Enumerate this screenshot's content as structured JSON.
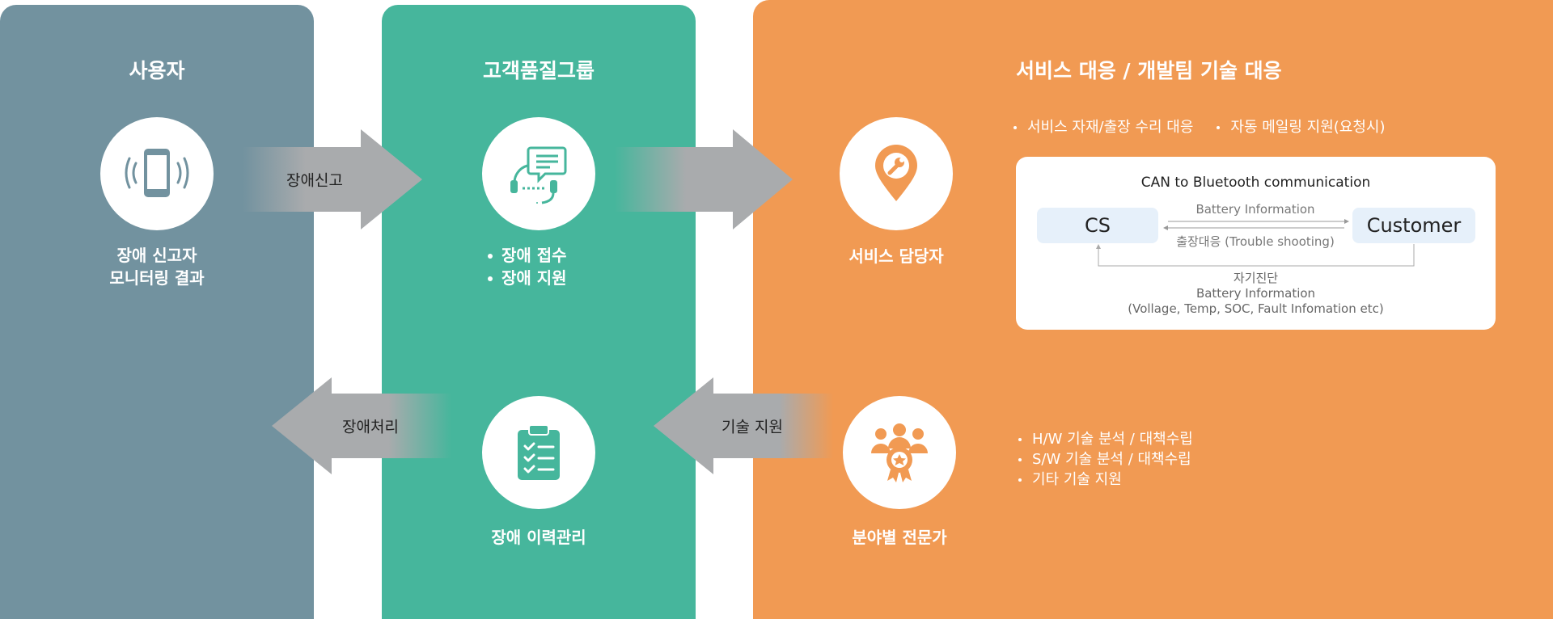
{
  "colors": {
    "user_panel": "#72929f",
    "cq_panel": "#46b69c",
    "service_panel": "#f19a53",
    "arrow_gray": "#a9abad",
    "cs_node": "#e6f0fa"
  },
  "user": {
    "title": "사용자",
    "icon": "smartphone-vibrate-icon",
    "caption_line1": "장애 신고자",
    "caption_line2": "모니터링 결과"
  },
  "customer_quality": {
    "title": "고객품질그룹",
    "top_icon": "headset-support-icon",
    "top_bullets": [
      "장애 접수",
      "장애 지원"
    ],
    "bottom_icon": "clipboard-checklist-icon",
    "bottom_caption": "장애 이력관리"
  },
  "service": {
    "title": "서비스 대응 / 개발팀 기술 대응",
    "top_icon": "wrench-location-pin-icon",
    "top_caption": "서비스 담당자",
    "top_bullets": [
      "서비스 자재/출장 수리 대응",
      "자동 메일링 지원(요청시)"
    ],
    "bottom_icon": "expert-group-badge-icon",
    "bottom_caption": "분야별 전문가",
    "bottom_bullets": [
      "H/W 기술 분석 / 대책수립",
      "S/W 기술 분석 / 대책수립",
      "기타 기술 지원"
    ]
  },
  "arrows": {
    "report": "장애신고",
    "to_service": "",
    "handling": "장애처리",
    "tech_support": "기술 지원"
  },
  "can_box": {
    "title": "CAN to Bluetooth communication",
    "left_node": "CS",
    "right_node": "Customer",
    "forward_label": "Battery Information",
    "backward_label": "출장대응 (Trouble shooting)",
    "diagnosis_line1": "자기진단",
    "diagnosis_line2": "Battery Information",
    "diagnosis_line3": "(Vollage, Temp, SOC, Fault Infomation etc)"
  }
}
